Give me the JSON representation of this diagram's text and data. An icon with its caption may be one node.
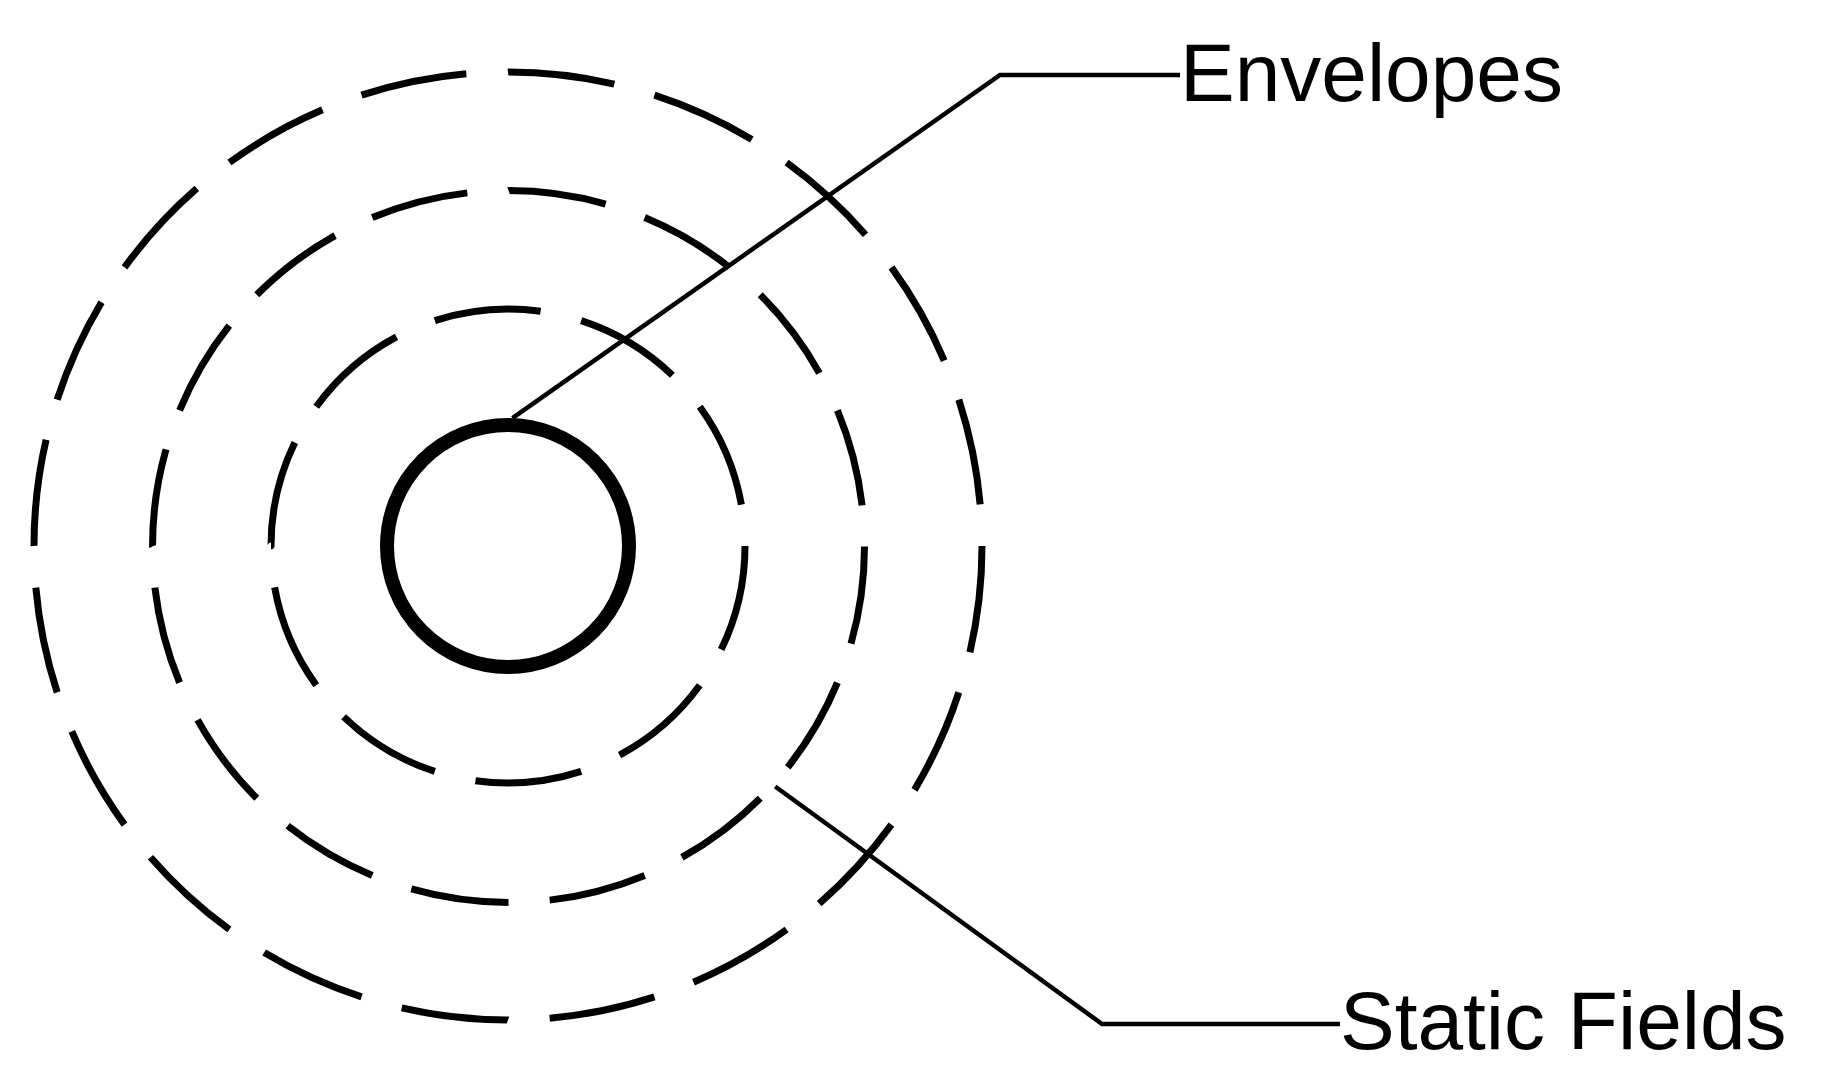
{
  "diagram": {
    "nodes": [
      {
        "text": [
          "Envelopes"
        ]
      },
      {
        "text": [],
        "shape": "circle"
      },
      {
        "text": [],
        "shape": "circle",
        "in": 1
      },
      {
        "text": [
          "Static Fields"
        ]
      }
    ],
    "edges": [
      {
        "from": 0,
        "to": 2,
        "arrow": "none"
      },
      {
        "from": 3,
        "to": 1,
        "arrow": "none"
      }
    ]
  }
}
